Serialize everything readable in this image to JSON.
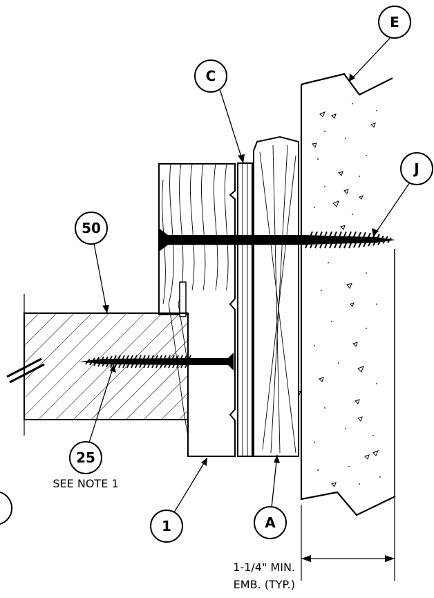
{
  "callouts": {
    "e": "E",
    "c": "C",
    "j": "J",
    "fifty": "50",
    "twentyfive": "25",
    "one": "1",
    "a": "A"
  },
  "notes": {
    "see_note": "SEE NOTE 1",
    "emb_line1": "1-1/4\" MIN.",
    "emb_line2": "EMB. (TYP.)"
  },
  "colors": {
    "line": "#000000",
    "background": "#ffffff"
  }
}
